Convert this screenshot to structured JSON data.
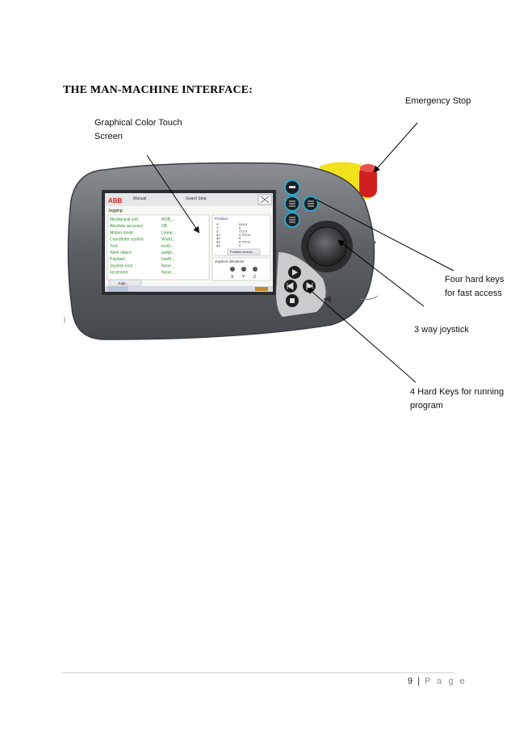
{
  "heading": "THE MAN-MACHINE INTERFACE:",
  "labels": {
    "emergency_stop": "Emergency Stop",
    "touch_screen_line1": "Graphical Color Touch",
    "touch_screen_line2": "Screen",
    "four_keys_line1": "Four hard keys",
    "four_keys_line2": "for fast access",
    "joystick": "3 way joystick",
    "run_keys_line1": "4 Hard Keys for running",
    "run_keys_line2": "program"
  },
  "screen": {
    "brand": "ABB",
    "status1": "Manual",
    "status2": "Guard Stop",
    "heading": "Jogging",
    "position_title": "Position",
    "position_button": "Position format...",
    "jog_title": "Joystick directions",
    "jog_axes": [
      "X",
      "Y",
      "Z"
    ],
    "jog_button": "Jogs...",
    "rows": [
      {
        "label": "Mechanical unit:",
        "value": "ROB_..."
      },
      {
        "label": "Absolute accuracy:",
        "value": "Off"
      },
      {
        "label": "Motion mode:",
        "value": "Linear..."
      },
      {
        "label": "Coordinate system:",
        "value": "World..."
      },
      {
        "label": "Tool:",
        "value": "tool0..."
      },
      {
        "label": "Work object:",
        "value": "wobj0..."
      },
      {
        "label": "Payload:",
        "value": "load0..."
      },
      {
        "label": "Joystick lock:",
        "value": "None..."
      },
      {
        "label": "Increment:",
        "value": "None..."
      }
    ],
    "coords": [
      {
        "axis": "X:",
        "value": "515.0"
      },
      {
        "axis": "Y:",
        "value": "0"
      },
      {
        "axis": "Z:",
        "value": "712.0"
      },
      {
        "axis": "q1:",
        "value": "0.70711"
      },
      {
        "axis": "q2:",
        "value": "0"
      },
      {
        "axis": "q3:",
        "value": "0.70711"
      },
      {
        "axis": "q4:",
        "value": "0"
      }
    ]
  },
  "colors": {
    "body": "#5b5e63",
    "body_light": "#8c8f94",
    "keypad": "#c9cbcd",
    "key_ring": "#2aa6c9",
    "estop_red": "#d11f1f",
    "estop_yellow": "#f2e21c",
    "screen_text_green": "#2e8b2e",
    "screen_text_blue": "#2a3f9e"
  },
  "footer": {
    "page_number": "9",
    "separator": "|",
    "page_word": "P a g e"
  }
}
